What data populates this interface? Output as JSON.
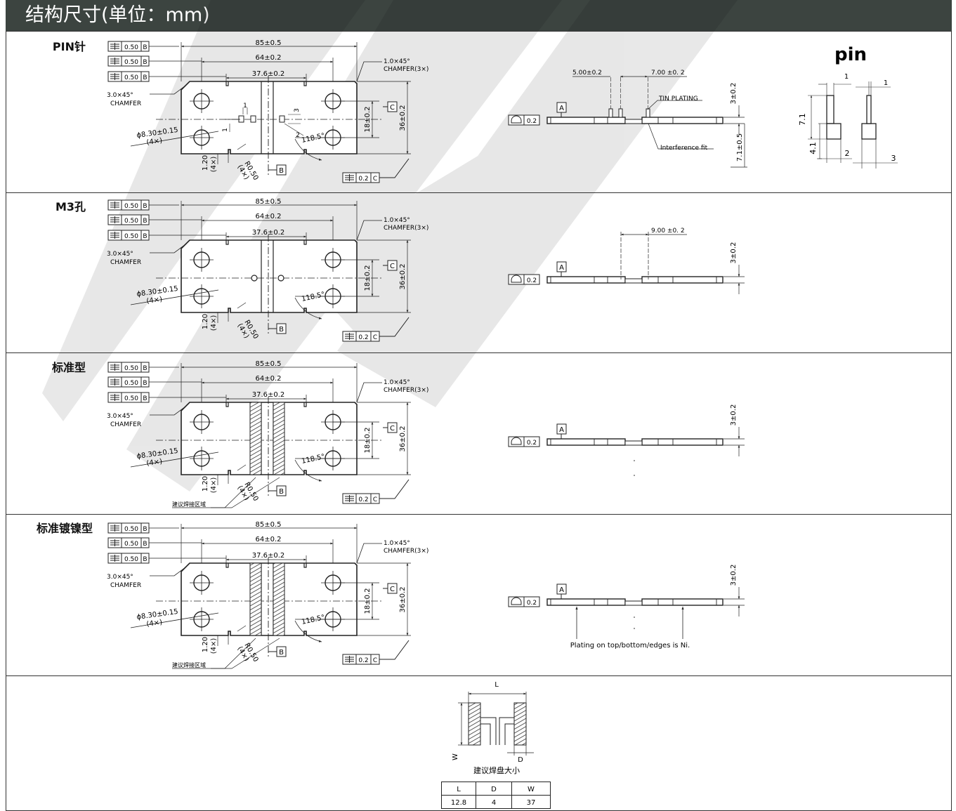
{
  "header": {
    "title": "结构尺寸(单位：mm)"
  },
  "dims": {
    "total_length": "85±0.5",
    "hole_span": "64±0.2",
    "slot_span": "37.6±0.2",
    "chamfer_right": "1.0×45°",
    "chamfer_right_count": "CHAMFER(3×)",
    "chamfer_left": "3.0×45°",
    "chamfer_left_word": "CHAMFER",
    "hole_dia": "ϕ8.30±0.15",
    "hole_count": "(4×)",
    "hole_pitch": "18±0.2",
    "width": "36±0.2",
    "edge_notch": "1.20",
    "edge_notch_count": "(4×)",
    "notch_radius": "R0.50",
    "notch_radius_count": "(4×)",
    "angle": "118.5°",
    "flatness": "0.50",
    "flat_ref": "B",
    "datum_b": "B",
    "datum_c": "C",
    "bottom_flat": "0.2",
    "bottom_ref": "C",
    "side_flat": "0.2",
    "datum_a": "A",
    "thickness": "3±0.2",
    "solder_zone": "建议焊接区域"
  },
  "sections": [
    {
      "label": "PIN针"
    },
    {
      "label": "M3孔"
    },
    {
      "label": "标准型"
    },
    {
      "label": "标准镀镍型"
    }
  ],
  "pin_section": {
    "pin_title": "pin",
    "pin_offset_1": "5.00±0.2",
    "pin_offset_2": "7.00 ±0. 2",
    "tin_plating": "TIN PLATING",
    "interference_fit": "Interference fit",
    "pin_height": "7.1±0.5",
    "small_1": "1",
    "small_3": "3",
    "small_2": "2",
    "pin_w1": "1",
    "pin_w2": "1",
    "pin_h1": "7.1",
    "pin_h2": "4.1",
    "pin_b1": "2",
    "pin_b2": "3"
  },
  "m3_section": {
    "hole_spacing": "9.00 ±0. 2"
  },
  "ni_section": {
    "note": "Plating on top/bottom/edges is Ni."
  },
  "pad": {
    "L_label": "L",
    "D_label": "D",
    "W_label": "W",
    "caption": "建议焊盘大小",
    "table_headers": [
      "L",
      "D",
      "W"
    ],
    "table_values": [
      "12.8",
      "4",
      "37"
    ]
  }
}
